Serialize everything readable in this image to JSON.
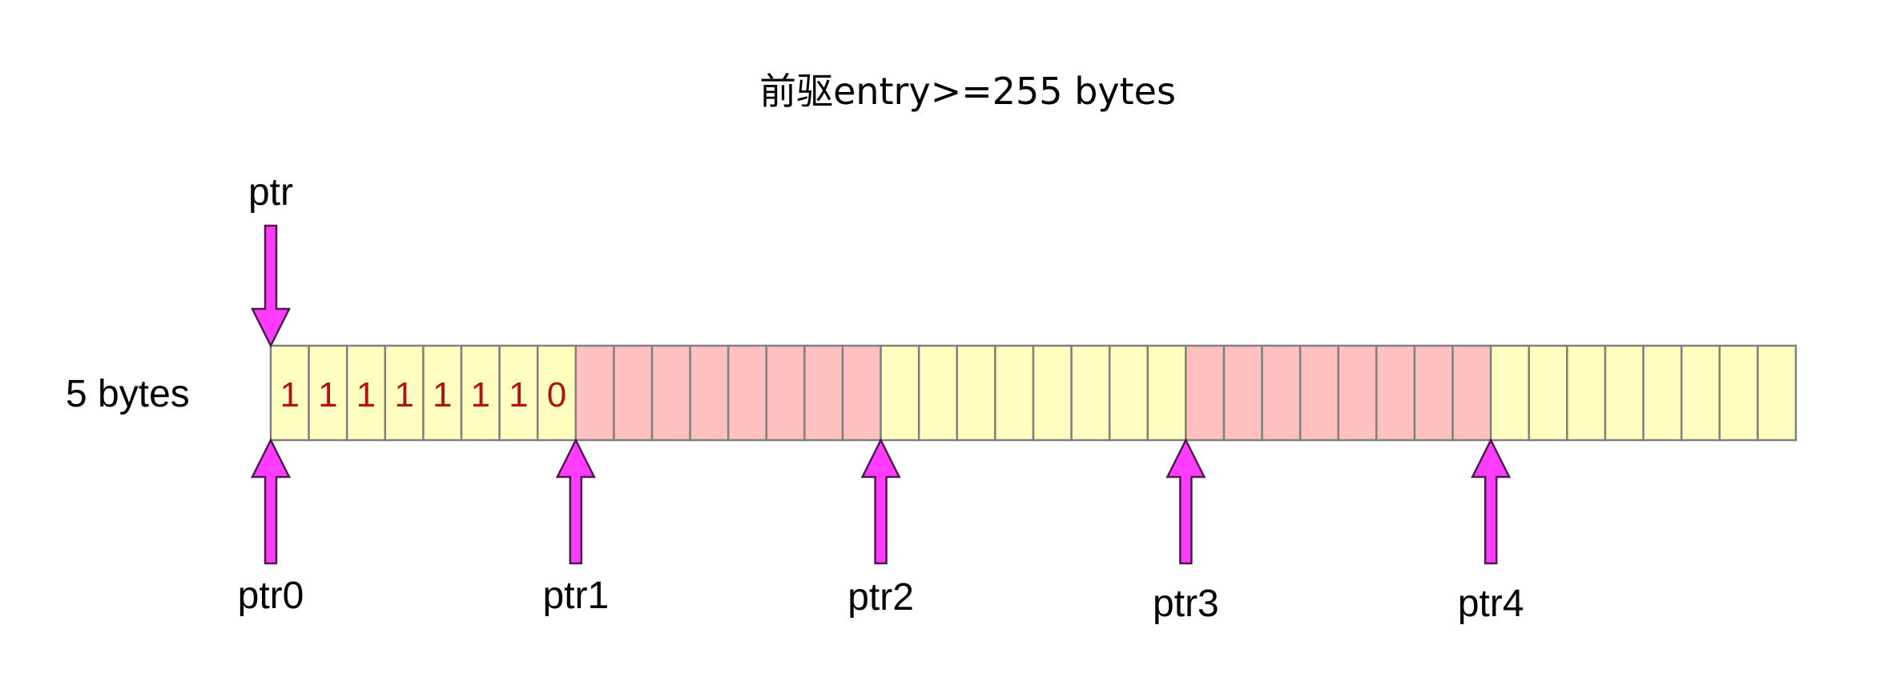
{
  "title": "前驱entry>=255 bytes",
  "row_label": "5 bytes",
  "top_pointer": {
    "label": "ptr"
  },
  "bottom_pointers": [
    {
      "label": "ptr0",
      "byte_index": 0
    },
    {
      "label": "ptr1",
      "byte_index": 1
    },
    {
      "label": "ptr2",
      "byte_index": 2
    },
    {
      "label": "ptr3",
      "byte_index": 3
    },
    {
      "label": "ptr4",
      "byte_index": 4
    }
  ],
  "memory": {
    "bytes": 5,
    "bits_per_byte": 8,
    "byte_colors": [
      "#ffffc0",
      "#ffc0c0",
      "#ffffc0",
      "#ffc0c0",
      "#ffffc0"
    ],
    "first_byte_bits": [
      "1",
      "1",
      "1",
      "1",
      "1",
      "1",
      "1",
      "0"
    ]
  },
  "colors": {
    "arrow_fill": "#ff3cff",
    "cell_border": "#808080",
    "bit_text": "#b01313"
  }
}
